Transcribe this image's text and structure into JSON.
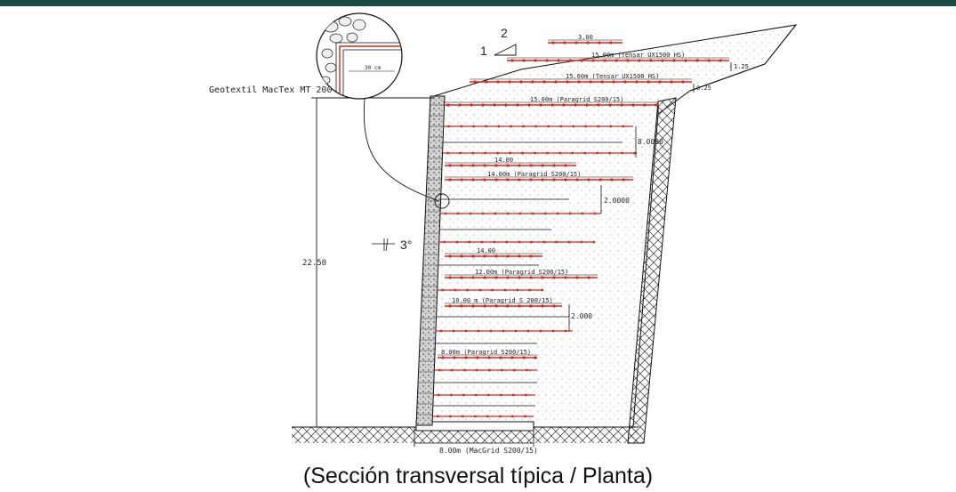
{
  "colors": {
    "top_bar": "#1e4b45",
    "line": "#111111",
    "reinforcement": "#d9261c",
    "soil_dots": "#8c8c8c",
    "facing": "#8a8a8a"
  },
  "caption": "(Sección transversal típica / Planta)",
  "labels": {
    "geotextile": "Geotextil MacTex MT 200",
    "height": "22.50",
    "batter": "3°",
    "slope_v": "1",
    "slope_h": "2",
    "detail_dim": "30 cm",
    "bottom_dim": "8.00m (MacGrid S200/15)"
  },
  "reinforcement_layers": [
    {
      "id": "l1",
      "label": "3.00"
    },
    {
      "id": "l2",
      "label": "15.00m (Tensar UX1500 HS)",
      "right_dim": "1.25"
    },
    {
      "id": "l3",
      "label": "15.00m (Tensar UX1500 HS)",
      "right_dim": "0.25"
    },
    {
      "id": "l4",
      "label": "15.00m (Paragrid S200/15)"
    },
    {
      "id": "l5",
      "label": "14.00"
    },
    {
      "id": "l6",
      "label": "14.00m (Paragrid S200/15)"
    },
    {
      "id": "l7",
      "label": "14.00"
    },
    {
      "id": "l8",
      "label": "12.00m (Paragrid S200/15)"
    },
    {
      "id": "l9",
      "label": "10.00 m (Paragrid S 200/15)"
    },
    {
      "id": "l10",
      "label": "8.00m (Paragrid S200/15)"
    }
  ],
  "spacing_labels": [
    "8.0000",
    "2.0000",
    "2.000"
  ]
}
